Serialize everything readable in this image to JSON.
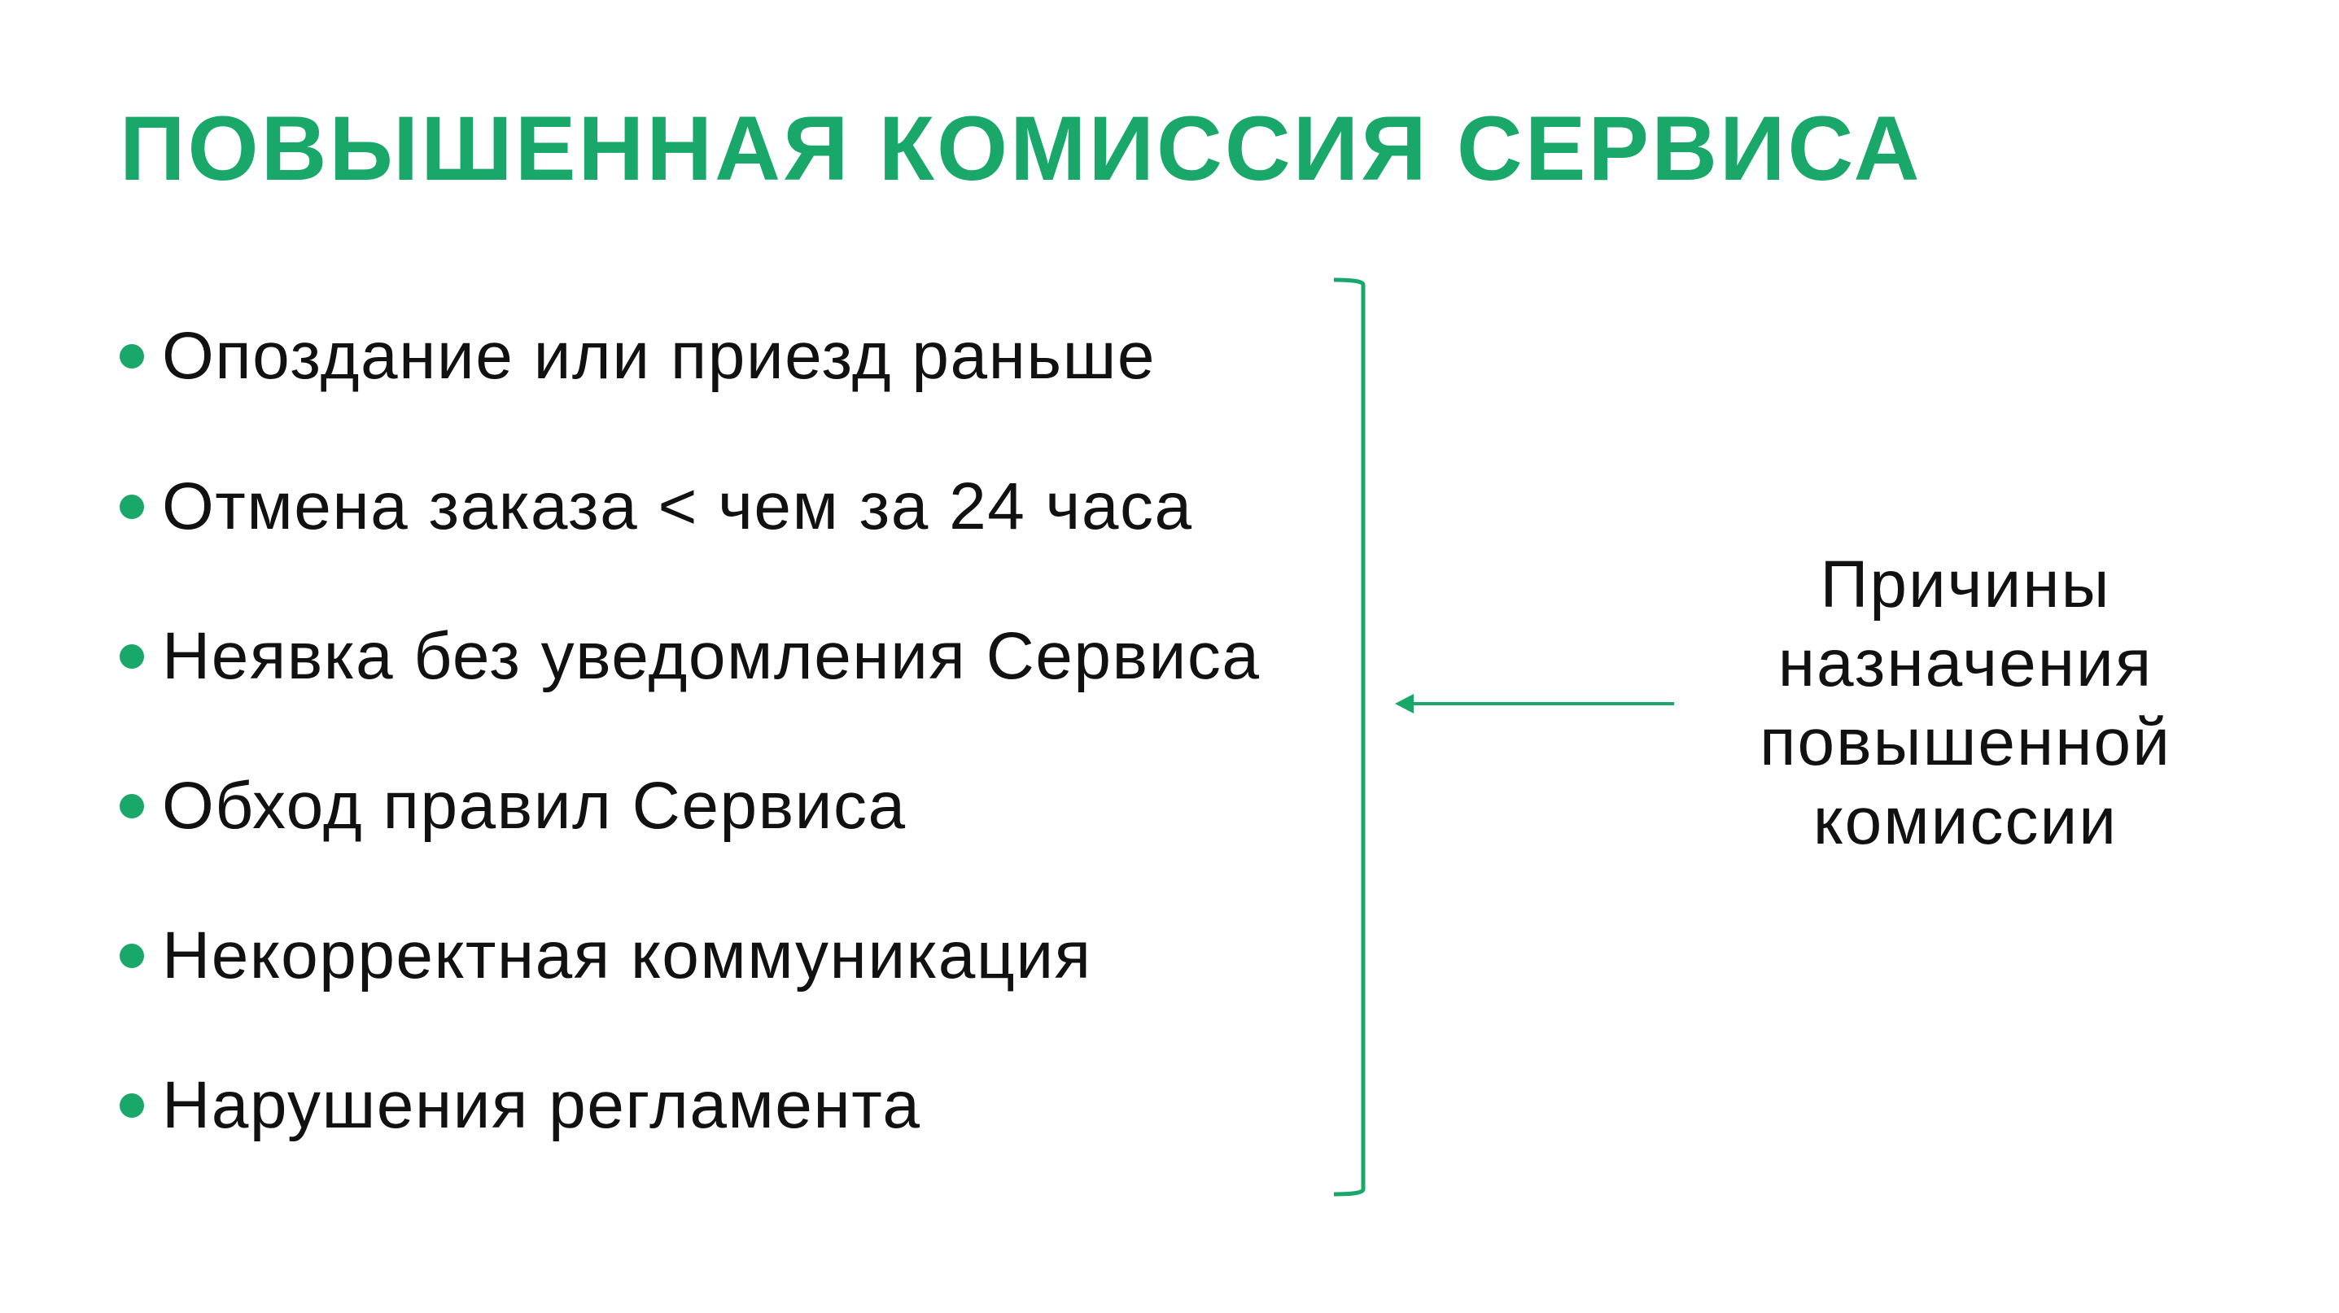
{
  "title": "ПОВЫШЕННАЯ КОМИССИЯ СЕРВИСА",
  "items": [
    "Опоздание или приезд раньше",
    "Отмена заказа < чем за 24 часа",
    "Неявка без уведомления Сервиса",
    "Обход правил Сервиса",
    "Некорректная коммуникация",
    "Нарушения регламента"
  ],
  "side_text": [
    "Причины",
    "назначения",
    "повышенной",
    "комиссии"
  ],
  "colors": {
    "accent": "#1aa86a",
    "text": "#111111"
  }
}
